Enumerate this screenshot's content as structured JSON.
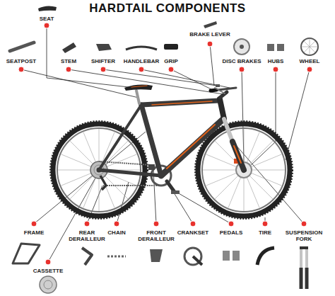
{
  "diagram": {
    "title": "HARDTAIL COMPONENTS",
    "labels": [
      "SEAT",
      "BRAKE LEVER",
      "SEATPOST",
      "STEM",
      "SHIFTER",
      "HANDLEBAR",
      "GRIP",
      "DISC BRAKES",
      "HUBS",
      "WHEEL",
      "FRAME",
      "REAR DERAILLEUR",
      "CHAIN",
      "FRONT DERAILLEUR",
      "CRANKSET",
      "PEDALS",
      "TIRE",
      "SUSPENSION FORK",
      "CASSETTE"
    ]
  }
}
